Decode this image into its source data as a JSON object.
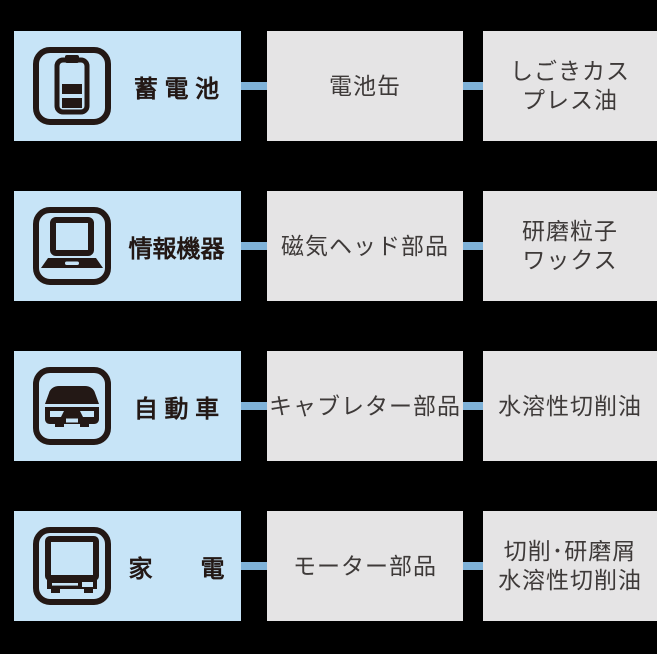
{
  "colors": {
    "background": "#000000",
    "category_box": "#c7e4f7",
    "item_box": "#e5e4e5",
    "connector": "#7fb2d8",
    "icon": "#231815",
    "category_text": "#231815",
    "item_text": "#3e3a39"
  },
  "diagram": {
    "rows": [
      {
        "icon": "battery-icon",
        "category": "蓄 電 池",
        "part": "電池缶",
        "outputs": [
          "しごきカス",
          "プレス油"
        ]
      },
      {
        "icon": "laptop-icon",
        "category": "情報機器",
        "part": "磁気ヘッド部品",
        "outputs": [
          "研磨粒子",
          "ワックス"
        ]
      },
      {
        "icon": "car-icon",
        "category": "自 動 車",
        "part": "キャブレター部品",
        "outputs": [
          "水溶性切削油"
        ]
      },
      {
        "icon": "tv-icon",
        "category": "家　　電",
        "part": "モーター部品",
        "outputs": [
          "切削･研磨屑",
          "水溶性切削油"
        ]
      }
    ]
  }
}
